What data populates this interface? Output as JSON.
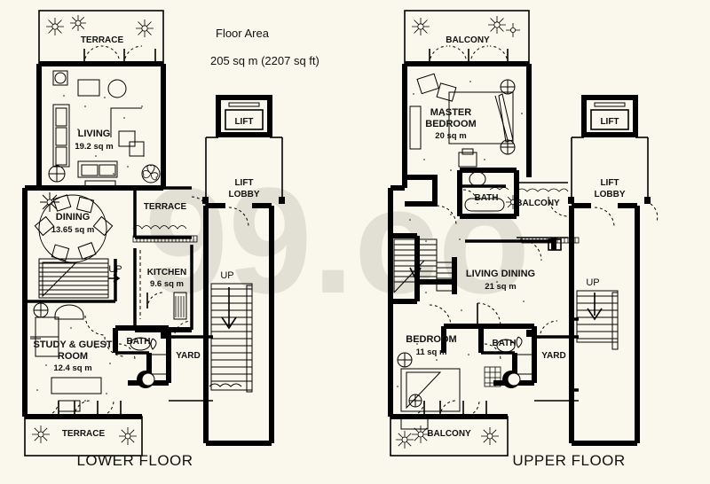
{
  "document": {
    "type": "architectural-floor-plan",
    "watermark": "99.co"
  },
  "header": {
    "floor_area_label": "Floor Area",
    "floor_area_value": "205 sq m (2207 sq ft)"
  },
  "floors": [
    {
      "id": "lower",
      "name": "LOWER FLOOR",
      "rooms": [
        {
          "name": "TERRACE",
          "area": "",
          "pos": "top"
        },
        {
          "name": "LIVING",
          "area": "19.2 sq m",
          "pos": "upper-left"
        },
        {
          "name": "DINING",
          "area": "13.65 sq m",
          "pos": "mid-left"
        },
        {
          "name": "TERRACE",
          "area": "",
          "pos": "mid-center"
        },
        {
          "name": "KITCHEN",
          "area": "9.6 sq m",
          "pos": "center"
        },
        {
          "name": "STUDY & GUEST",
          "area": "",
          "pos": "lower-left"
        },
        {
          "name": "ROOM",
          "area": "12.4 sq m",
          "pos": "lower-left"
        },
        {
          "name": "BATH",
          "area": "",
          "pos": "lower-center"
        },
        {
          "name": "YARD",
          "area": "",
          "pos": "lower-right"
        },
        {
          "name": "TERRACE",
          "area": "",
          "pos": "bottom"
        },
        {
          "name": "LIFT",
          "area": "",
          "pos": "right-top"
        },
        {
          "name": "LIFT",
          "area": "",
          "pos": "right"
        },
        {
          "name": "LOBBY",
          "area": "",
          "pos": "right"
        }
      ],
      "stair_markers": [
        "UP",
        "UP"
      ]
    },
    {
      "id": "upper",
      "name": "UPPER FLOOR",
      "rooms": [
        {
          "name": "BALCONY",
          "area": "",
          "pos": "top"
        },
        {
          "name": "MASTER",
          "area": "",
          "pos": "upper-left"
        },
        {
          "name": "BEDROOM",
          "area": "20 sq m",
          "pos": "upper-left"
        },
        {
          "name": "BATH",
          "area": "",
          "pos": "mid-center"
        },
        {
          "name": "BALCONY",
          "area": "",
          "pos": "mid-right"
        },
        {
          "name": "LIVING DINING",
          "area": "21 sq m",
          "pos": "center"
        },
        {
          "name": "BEDROOM",
          "area": "11 sq m",
          "pos": "lower-left"
        },
        {
          "name": "BATH",
          "area": "",
          "pos": "lower-center"
        },
        {
          "name": "YARD",
          "area": "",
          "pos": "lower-right"
        },
        {
          "name": "BALCONY",
          "area": "",
          "pos": "bottom"
        },
        {
          "name": "LIFT",
          "area": "",
          "pos": "right-top"
        },
        {
          "name": "LIFT",
          "area": "",
          "pos": "right"
        },
        {
          "name": "LOBBY",
          "area": "",
          "pos": "right"
        }
      ],
      "stair_markers": [
        "UP"
      ]
    }
  ],
  "labels": {
    "terrace": "TERRACE",
    "balcony": "BALCONY",
    "living": "LIVING",
    "living_area": "19.2 sq m",
    "dining": "DINING",
    "dining_area": "13.65 sq m",
    "kitchen": "KITCHEN",
    "kitchen_area": "9.6 sq m",
    "study_guest_1": "STUDY & GUEST",
    "study_guest_2": "ROOM",
    "study_guest_area": "12.4 sq m",
    "bath": "BATH",
    "yard": "YARD",
    "lift": "LIFT",
    "lift_lobby_1": "LIFT",
    "lift_lobby_2": "LOBBY",
    "master_1": "MASTER",
    "master_2": "BEDROOM",
    "master_area": "20 sq m",
    "living_dining": "LIVING DINING",
    "living_dining_area": "21 sq m",
    "bedroom": "BEDROOM",
    "bedroom_area": "11 sq m",
    "up": "UP",
    "lower_floor": "LOWER FLOOR",
    "upper_floor": "UPPER FLOOR"
  },
  "colors": {
    "background": "#faf8ec",
    "ink": "#000000",
    "watermark": "#e2e0d4"
  }
}
